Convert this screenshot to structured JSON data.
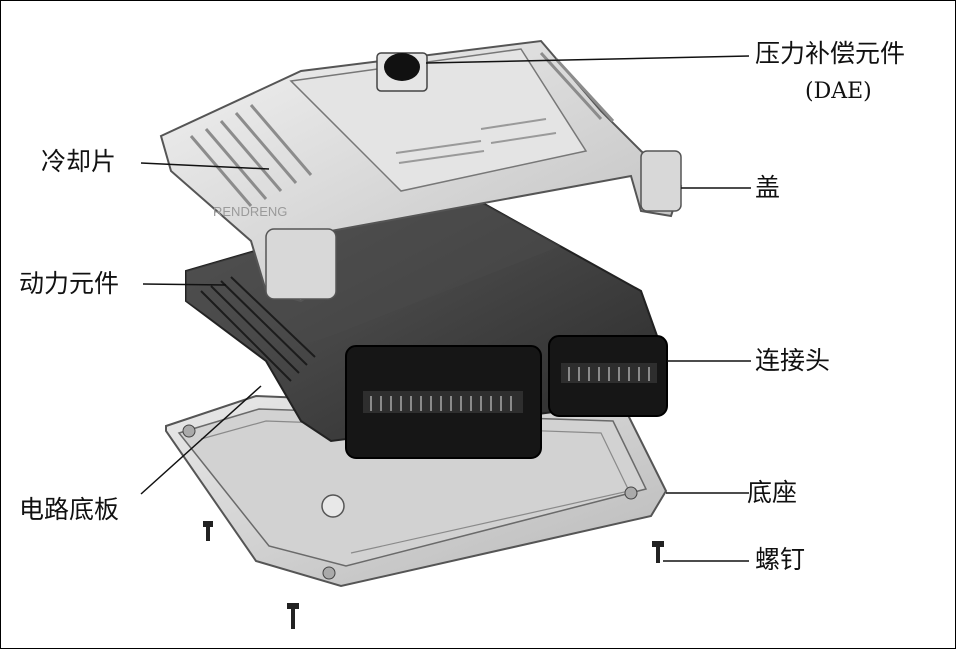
{
  "labels": {
    "pressure_comp": "压力补偿元件",
    "pressure_comp_abbr": "(DAE)",
    "cooling_fin": "冷却片",
    "cover": "盖",
    "power_element": "动力元件",
    "connector": "连接头",
    "circuit_board": "电路底板",
    "base": "底座",
    "screw": "螺钉"
  },
  "watermark": "RENDRENG"
}
